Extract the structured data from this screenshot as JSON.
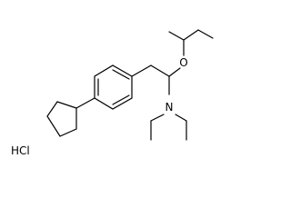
{
  "structure": {
    "colors": {
      "bond": "#000000",
      "label": "#000000",
      "background": "#ffffff"
    },
    "atoms": {
      "oxygen": "O",
      "nitrogen": "N",
      "salt": "HCl"
    }
  }
}
